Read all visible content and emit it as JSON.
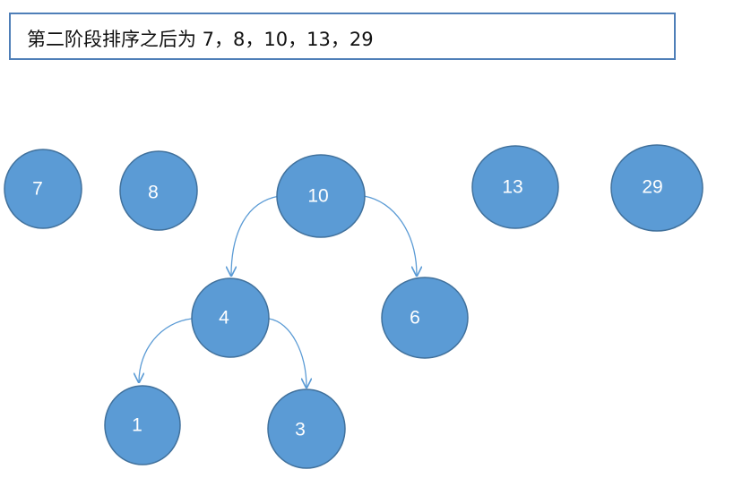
{
  "caption": "第二阶段排序之后为 7，8，10，13，29",
  "nodes": [
    {
      "id": "n7",
      "label": "7"
    },
    {
      "id": "n8",
      "label": "8"
    },
    {
      "id": "n10",
      "label": "10"
    },
    {
      "id": "n13",
      "label": "13"
    },
    {
      "id": "n29",
      "label": "29"
    },
    {
      "id": "n4",
      "label": "4"
    },
    {
      "id": "n6",
      "label": "6"
    },
    {
      "id": "n1",
      "label": "1"
    },
    {
      "id": "n3",
      "label": "3"
    }
  ],
  "edges": [
    {
      "from": "10",
      "to": "4"
    },
    {
      "from": "10",
      "to": "6"
    },
    {
      "from": "4",
      "to": "1"
    },
    {
      "from": "4",
      "to": "3"
    }
  ],
  "colors": {
    "node_fill": "#5b9bd5",
    "node_stroke": "#41719c",
    "edge": "#5b9bd5",
    "box_border": "#4f7fb8"
  }
}
